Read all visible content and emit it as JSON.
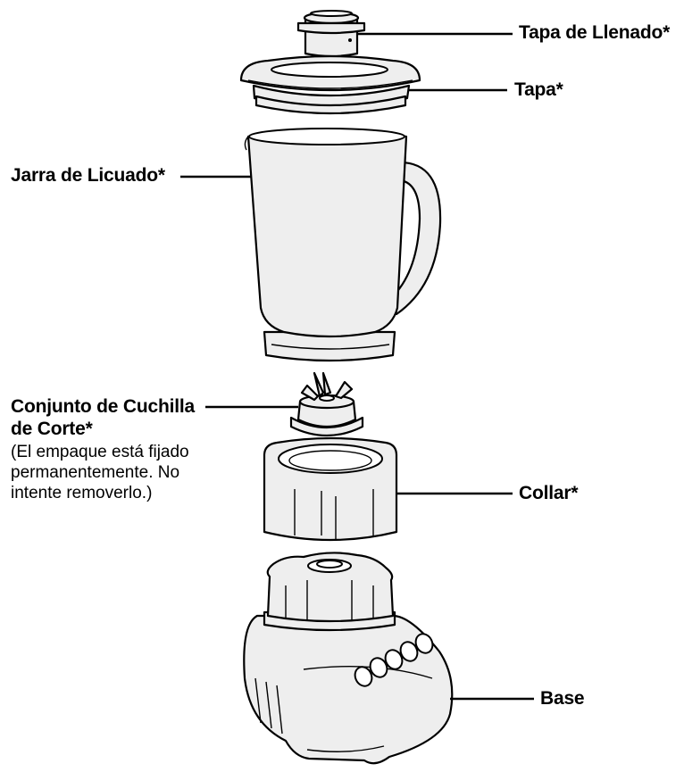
{
  "labels": {
    "fill_cap": "Tapa de Llenado*",
    "lid": "Tapa*",
    "jar": "Jarra de Licuado*",
    "blade_line1": "Conjunto de Cuchilla",
    "blade_line2": "de Corte*",
    "blade_note_line1": "(El empaque está fijado",
    "blade_note_line2": "permanentemente. No",
    "blade_note_line3": "intente removerlo.)",
    "collar": "Collar*",
    "base": "Base"
  },
  "colors": {
    "part_fill": "#eeeeee",
    "outline": "#000000"
  }
}
